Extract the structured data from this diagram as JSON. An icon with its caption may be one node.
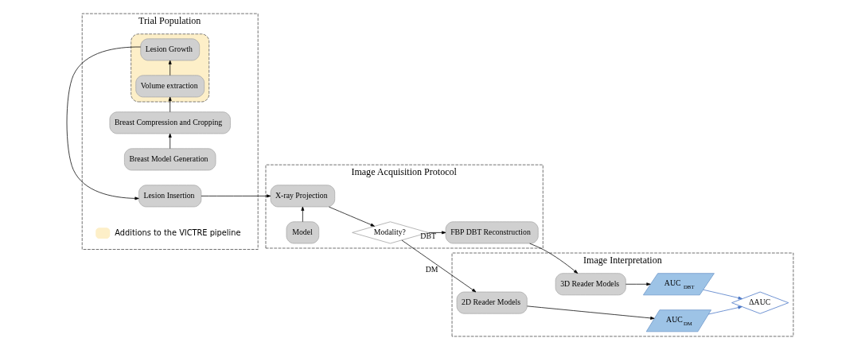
{
  "diagram": {
    "nodes": [
      {
        "text": [
          "Trial Population"
        ]
      },
      {
        "text": [
          "Breast Model Generation"
        ],
        "in": 0
      },
      {
        "text": [
          "Breast Compression and Cropping"
        ],
        "in": 0
      },
      {
        "text": [],
        "shape": "box",
        "in": 0
      },
      {
        "text": [
          "Volume extraction"
        ],
        "in": 3
      },
      {
        "text": [
          "Lesion Growth"
        ],
        "in": 3
      },
      {
        "text": [
          "Lesion Insertion"
        ],
        "in": 0
      },
      {
        "text": [
          "Image Acquisition Protocol"
        ]
      },
      {
        "text": [
          "X-ray Projection"
        ],
        "in": 7
      },
      {
        "text": [
          "Model"
        ],
        "in": 7
      },
      {
        "text": [
          "Modality?"
        ],
        "in": 7
      },
      {
        "text": [
          "FBP DBT Reconstruction"
        ],
        "in": 7
      },
      {
        "text": [
          "Image Interpretation"
        ]
      },
      {
        "text": [
          "3D Reader Models"
        ],
        "in": 12
      },
      {
        "text": [
          "2D Reader Models"
        ],
        "in": 12
      },
      {
        "text": [
          "AUC $_{DBT}$"
        ],
        "in": 12
      },
      {
        "text": [
          "ΔAUC"
        ],
        "in": 12
      },
      {
        "text": [
          "AUC$_{DM}$"
        ],
        "in": 12
      }
    ],
    "edges": [
      {
        "from": 1,
        "to": 2,
        "arrow": "to"
      },
      {
        "from": 2,
        "to": 4,
        "arrow": "to"
      },
      {
        "from": 4,
        "to": 5,
        "arrow": "to"
      },
      {
        "from": 5,
        "to": 6,
        "arrow": "to"
      },
      {
        "from": 6,
        "to": 8,
        "arrow": "to"
      },
      {
        "from": 9,
        "to": 8,
        "arrow": "to"
      },
      {
        "from": 8,
        "to": 10,
        "arrow": "to"
      },
      {
        "from": 10,
        "to": 11,
        "arrow": "to",
        "label": "DBT"
      },
      {
        "from": 10,
        "to": 14,
        "arrow": "to",
        "label": "DM"
      },
      {
        "from": 11,
        "to": 13,
        "arrow": "to"
      },
      {
        "from": 13,
        "to": 15,
        "arrow": "to"
      },
      {
        "from": 14,
        "to": 17,
        "arrow": "to"
      },
      {
        "from": 15,
        "to": 16,
        "arrow": "to",
        "color": "#4472c4"
      },
      {
        "from": 17,
        "to": 16,
        "arrow": "to",
        "color": "#4472c4"
      }
    ],
    "legend": [
      {
        "text": "Additions to the VICTRE pipeline",
        "color": "#fdefc8"
      }
    ]
  }
}
